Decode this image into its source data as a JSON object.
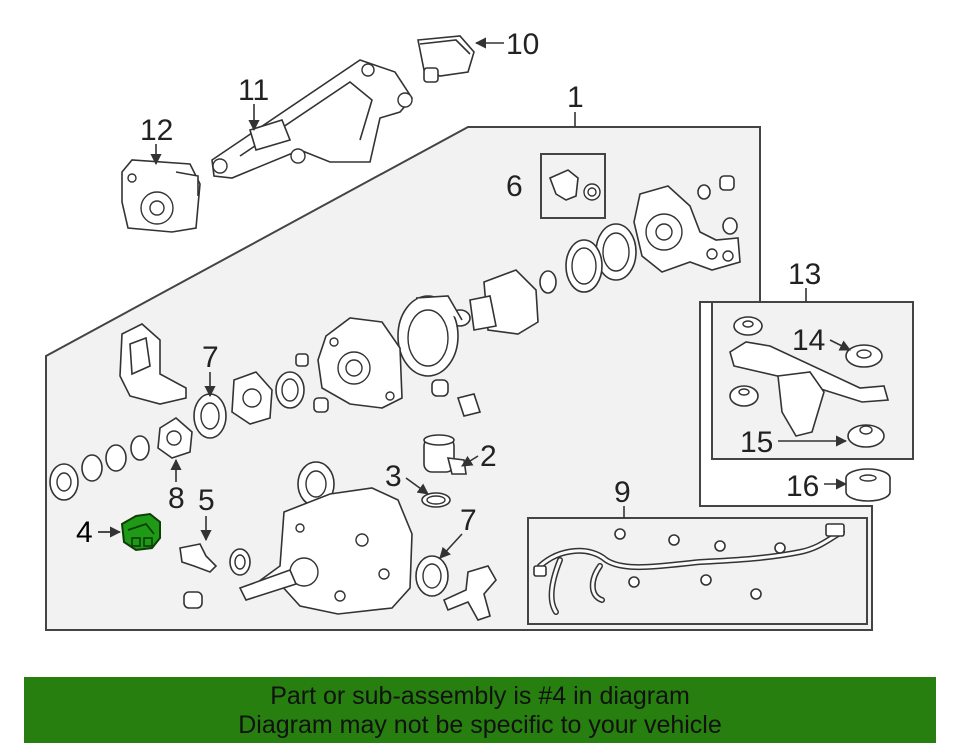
{
  "callouts": {
    "c1": "1",
    "c2": "2",
    "c3": "3",
    "c4": "4",
    "c5": "5",
    "c6": "6",
    "c7a": "7",
    "c7b": "7",
    "c8": "8",
    "c9": "9",
    "c10": "10",
    "c11": "11",
    "c12": "12",
    "c13": "13",
    "c14": "14",
    "c15": "15",
    "c16": "16"
  },
  "highlight": {
    "part_number": "4",
    "color": "#1f9a16"
  },
  "banner": {
    "line1": "Part or sub-assembly is #4 in diagram",
    "line2": "Diagram may not be specific to your vehicle",
    "background": "#267f0f"
  }
}
